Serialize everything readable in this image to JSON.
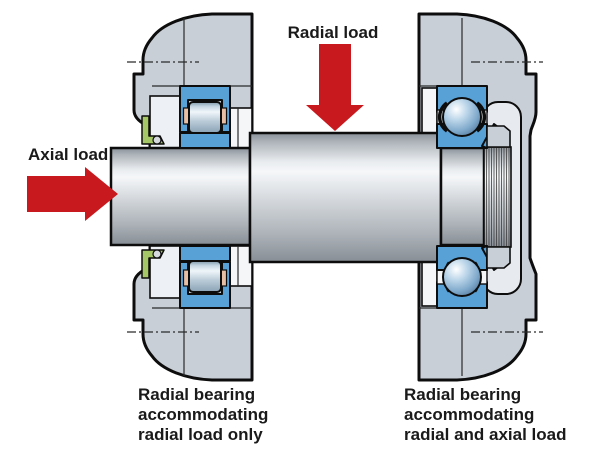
{
  "labels": {
    "radial_load": "Radial load",
    "axial_load": "Axial load"
  },
  "captions": {
    "left": {
      "lines": [
        "Radial bearing",
        "accommodating",
        "radial load only"
      ]
    },
    "right": {
      "lines": [
        "Radial bearing",
        "accommodating",
        "radial and axial load"
      ]
    }
  },
  "legend": {
    "left_bearing_type": "cylindrical-roller-bearing",
    "right_bearing_type": "deep-groove-ball-bearing"
  },
  "colors": {
    "accent_red": "#c8191e",
    "bearing_blue": "#58a1d7",
    "housing_gray": "#c9cfd7",
    "housing_light": "#e7eaee",
    "cover_light": "#edf0f4",
    "white_piece": "#f4f6f8",
    "cage_tan": "#e7bfa4",
    "seal_green": "#a5c765",
    "outline_black": "#0d0d0d",
    "text_black": "#1a1a1a"
  }
}
